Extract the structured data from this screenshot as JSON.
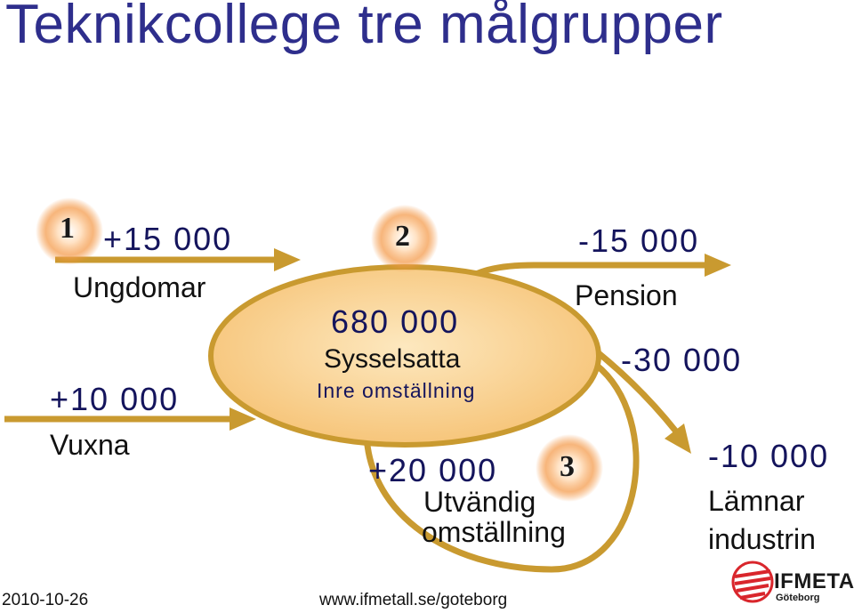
{
  "title": "Teknikcollege tre målgrupper",
  "badges": {
    "one": "1",
    "two": "2",
    "three": "3"
  },
  "flows": {
    "youth": {
      "value": "+15 000",
      "label": "Ungdomar"
    },
    "adults": {
      "value": "+10 000",
      "label": "Vuxna"
    },
    "pension": {
      "value": "-15 000",
      "label": "Pension"
    },
    "outer": {
      "value": "-30 000"
    },
    "leave": {
      "value": "-10 000",
      "label_line1": "Lämnar",
      "label_line2": "industrin"
    },
    "external": {
      "value": "+20 000",
      "label_line1": "Utvändig",
      "label_line2": "omställning"
    }
  },
  "center": {
    "value": "680 000",
    "label": "Sysselsatta",
    "sublabel": "Inre omställning"
  },
  "footer": {
    "date": "2010-10-26",
    "url": "www.ifmetall.se/goteborg"
  },
  "logo": {
    "name": "IFMETALL",
    "city": "Göteborg"
  },
  "colors": {
    "arrow": "#c99a30",
    "ellipse_fill": "#f7cc82",
    "glow": "#f28a2e",
    "title": "#2e2e8c",
    "logo_red": "#d9262c"
  }
}
